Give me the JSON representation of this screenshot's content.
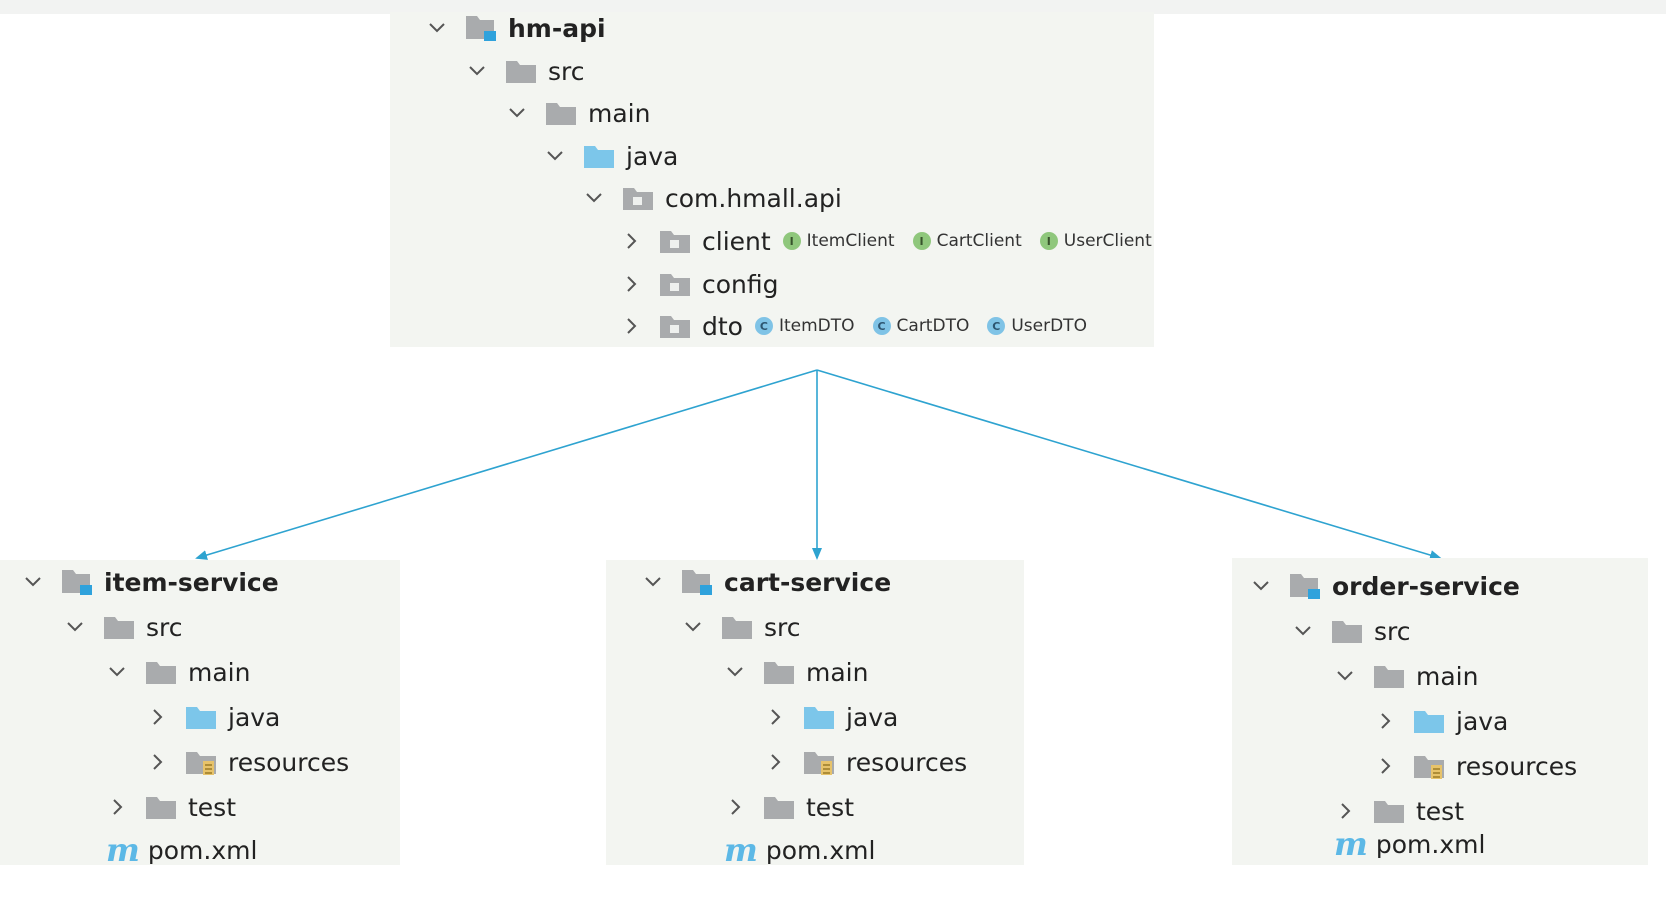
{
  "colors": {
    "arrow": "#2ea3d0",
    "panel_bg": "#f3f5f1",
    "folder_gray": "#a9abad",
    "folder_blue": "#7cc6ea",
    "interface_badge": "#8fc77c",
    "class_badge": "#7fc3e6",
    "maven_logo": "#5cb8e6"
  },
  "api_module": {
    "name": "hm-api",
    "src": "src",
    "main": "main",
    "java": "java",
    "package": "com.hmall.api",
    "client": {
      "label": "client",
      "items": [
        {
          "icon": "interface-icon",
          "letter": "I",
          "name": "ItemClient"
        },
        {
          "icon": "interface-icon",
          "letter": "I",
          "name": "CartClient"
        },
        {
          "icon": "interface-icon",
          "letter": "I",
          "name": "UserClient"
        }
      ]
    },
    "config": "config",
    "dto": {
      "label": "dto",
      "items": [
        {
          "icon": "class-icon",
          "letter": "C",
          "name": "ItemDTO"
        },
        {
          "icon": "class-icon",
          "letter": "C",
          "name": "CartDTO"
        },
        {
          "icon": "class-icon",
          "letter": "C",
          "name": "UserDTO"
        }
      ]
    }
  },
  "services": [
    {
      "name": "item-service",
      "src": "src",
      "main": "main",
      "java": "java",
      "resources": "resources",
      "test": "test",
      "pom": "pom.xml",
      "pom_logo": "m"
    },
    {
      "name": "cart-service",
      "src": "src",
      "main": "main",
      "java": "java",
      "resources": "resources",
      "test": "test",
      "pom": "pom.xml",
      "pom_logo": "m"
    },
    {
      "name": "order-service",
      "src": "src",
      "main": "main",
      "java": "java",
      "resources": "resources",
      "test": "test",
      "pom": "pom.xml",
      "pom_logo": "m"
    }
  ]
}
